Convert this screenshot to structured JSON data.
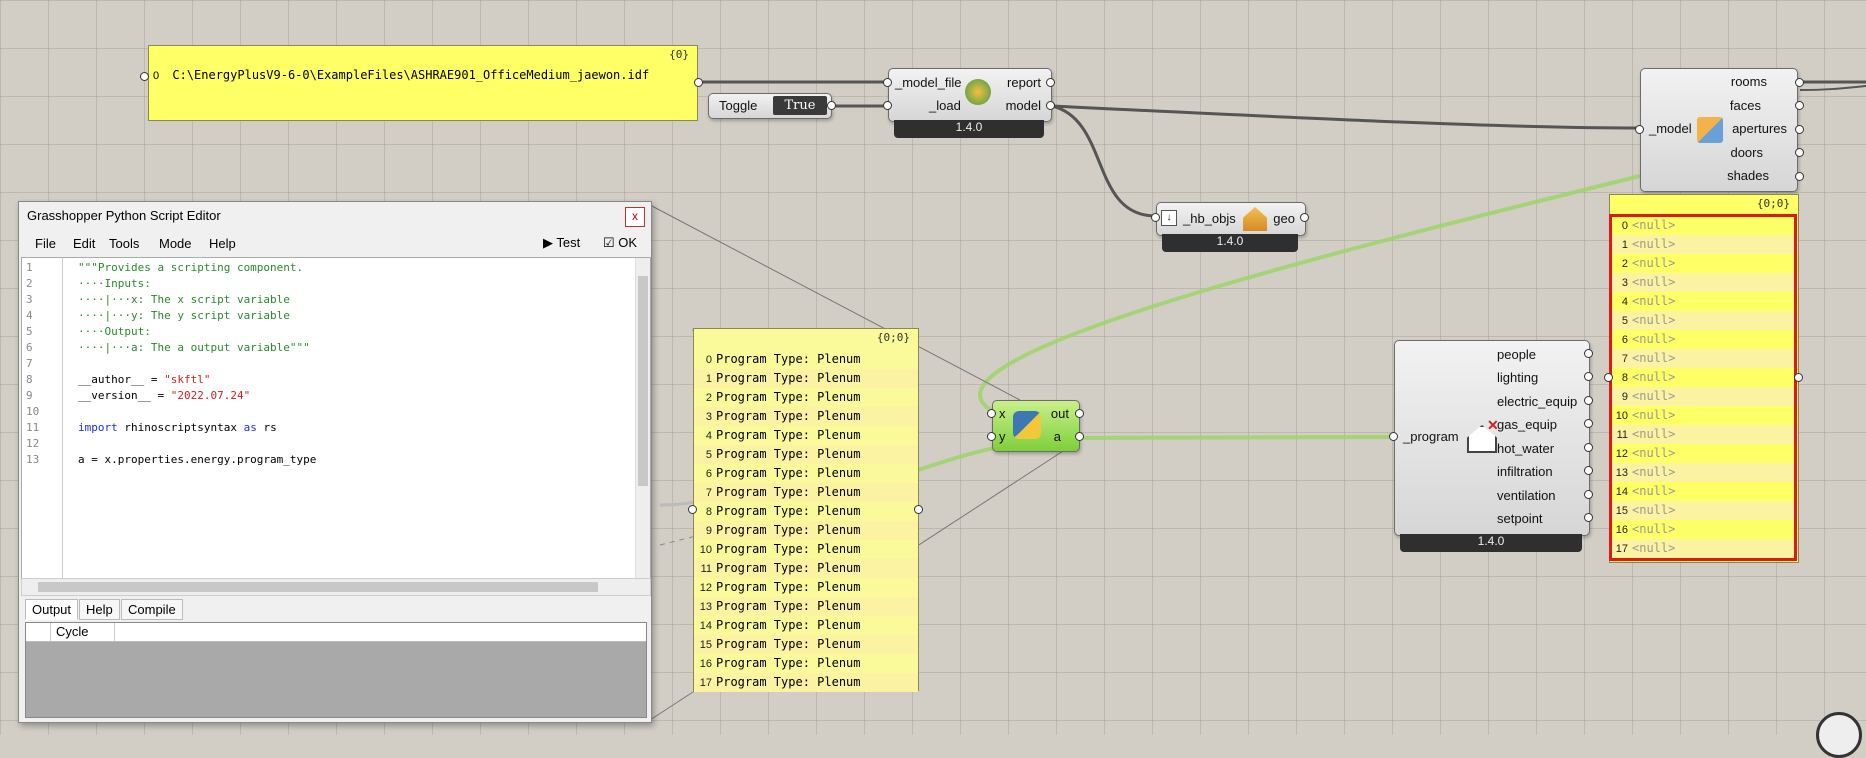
{
  "file_panel": {
    "header": "{0}",
    "index": "0",
    "path": "C:\\EnergyPlusV9-6-0\\ExampleFiles\\ASHRAE901_OfficeMedium_jaewon.idf"
  },
  "toggle": {
    "label": "Toggle",
    "value": "True"
  },
  "model_loader": {
    "input_file": "_model_file",
    "input_load": "_load",
    "output_report": "report",
    "output_model": "model",
    "version": "1.4.0"
  },
  "deconstruct_model": {
    "input": "_model",
    "outputs": [
      "rooms",
      "faces",
      "apertures",
      "doors",
      "shades"
    ]
  },
  "hb_visualize": {
    "input": "_hb_objs",
    "output": "geo",
    "version": "1.4.0"
  },
  "python_component": {
    "inputs": [
      "x",
      "y"
    ],
    "outputs": [
      "out",
      "a"
    ]
  },
  "deconstruct_program": {
    "input": "_program",
    "outputs": [
      "people",
      "lighting",
      "electric_equip",
      "gas_equip",
      "hot_water",
      "infiltration",
      "ventilation",
      "setpoint"
    ],
    "version": "1.4.0"
  },
  "program_panel": {
    "header": "{0;0}",
    "rows": [
      {
        "i": "0",
        "t": "Program Type: Plenum"
      },
      {
        "i": "1",
        "t": "Program Type: Plenum"
      },
      {
        "i": "2",
        "t": "Program Type: Plenum"
      },
      {
        "i": "3",
        "t": "Program Type: Plenum"
      },
      {
        "i": "4",
        "t": "Program Type: Plenum"
      },
      {
        "i": "5",
        "t": "Program Type: Plenum"
      },
      {
        "i": "6",
        "t": "Program Type: Plenum"
      },
      {
        "i": "7",
        "t": "Program Type: Plenum"
      },
      {
        "i": "8",
        "t": "Program Type: Plenum"
      },
      {
        "i": "9",
        "t": "Program Type: Plenum"
      },
      {
        "i": "10",
        "t": "Program Type: Plenum"
      },
      {
        "i": "11",
        "t": "Program Type: Plenum"
      },
      {
        "i": "12",
        "t": "Program Type: Plenum"
      },
      {
        "i": "13",
        "t": "Program Type: Plenum"
      },
      {
        "i": "14",
        "t": "Program Type: Plenum"
      },
      {
        "i": "15",
        "t": "Program Type: Plenum"
      },
      {
        "i": "16",
        "t": "Program Type: Plenum"
      },
      {
        "i": "17",
        "t": "Program Type: Plenum"
      }
    ]
  },
  "null_panel": {
    "header": "{0;0}",
    "rows": [
      {
        "i": "0",
        "t": "<null>"
      },
      {
        "i": "1",
        "t": "<null>"
      },
      {
        "i": "2",
        "t": "<null>"
      },
      {
        "i": "3",
        "t": "<null>"
      },
      {
        "i": "4",
        "t": "<null>"
      },
      {
        "i": "5",
        "t": "<null>"
      },
      {
        "i": "6",
        "t": "<null>"
      },
      {
        "i": "7",
        "t": "<null>"
      },
      {
        "i": "8",
        "t": "<null>"
      },
      {
        "i": "9",
        "t": "<null>"
      },
      {
        "i": "10",
        "t": "<null>"
      },
      {
        "i": "11",
        "t": "<null>"
      },
      {
        "i": "12",
        "t": "<null>"
      },
      {
        "i": "13",
        "t": "<null>"
      },
      {
        "i": "14",
        "t": "<null>"
      },
      {
        "i": "15",
        "t": "<null>"
      },
      {
        "i": "16",
        "t": "<null>"
      },
      {
        "i": "17",
        "t": "<null>"
      }
    ]
  },
  "editor": {
    "title": "Grasshopper Python Script Editor",
    "close": "x",
    "menu": [
      "File",
      "Edit",
      "Tools",
      "Mode",
      "Help"
    ],
    "test_label": "Test",
    "ok_label": "OK",
    "line_numbers": [
      "1",
      "2",
      "3",
      "4",
      "5",
      "6",
      "7",
      "8",
      "9",
      "10",
      "11",
      "12",
      "13"
    ],
    "code": {
      "l1": "\"\"\"Provides a scripting component.",
      "l2": "····Inputs:",
      "l3": "····|···x: The x script variable",
      "l4": "····|···y: The y script variable",
      "l5": "····Output:",
      "l6": "····|···a: The a output variable\"\"\"",
      "l8a": "__author__ = ",
      "l8b": "\"skftl\"",
      "l9a": "__version__ = ",
      "l9b": "\"2022.07.24\"",
      "l11a": "import",
      "l11b": " rhinoscriptsyntax ",
      "l11c": "as",
      "l11d": " rs",
      "l13": "a = x.properties.energy.program_type"
    },
    "output_tabs": [
      "Output",
      "Help",
      "Compile"
    ],
    "output_column": "Cycle"
  }
}
